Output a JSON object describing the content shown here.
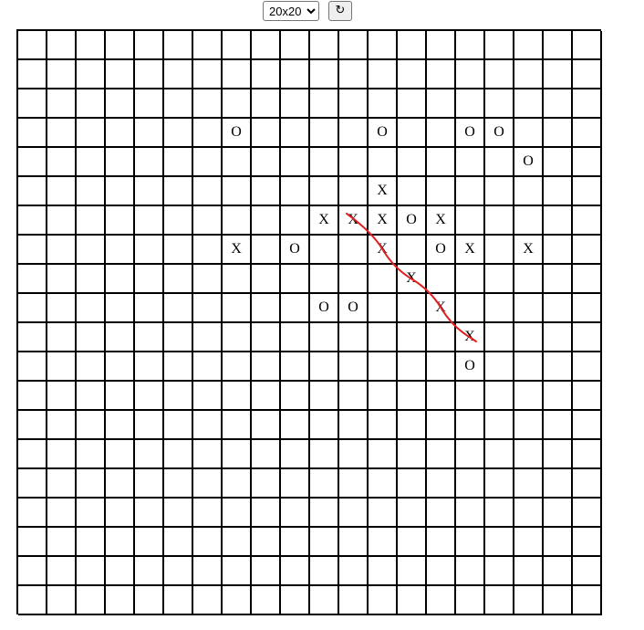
{
  "controls": {
    "size_options": [
      "20x20"
    ],
    "size_selected": "20x20",
    "restart_icon": "↻"
  },
  "board": {
    "rows": 20,
    "cols": 20,
    "pieces": [
      {
        "row": 3,
        "col": 7,
        "mark": "O"
      },
      {
        "row": 3,
        "col": 12,
        "mark": "O"
      },
      {
        "row": 3,
        "col": 15,
        "mark": "O"
      },
      {
        "row": 3,
        "col": 16,
        "mark": "O"
      },
      {
        "row": 4,
        "col": 17,
        "mark": "O"
      },
      {
        "row": 5,
        "col": 12,
        "mark": "X"
      },
      {
        "row": 6,
        "col": 10,
        "mark": "X"
      },
      {
        "row": 6,
        "col": 11,
        "mark": "X"
      },
      {
        "row": 6,
        "col": 12,
        "mark": "X"
      },
      {
        "row": 6,
        "col": 13,
        "mark": "O"
      },
      {
        "row": 6,
        "col": 14,
        "mark": "X"
      },
      {
        "row": 7,
        "col": 7,
        "mark": "X"
      },
      {
        "row": 7,
        "col": 9,
        "mark": "O"
      },
      {
        "row": 7,
        "col": 12,
        "mark": "X"
      },
      {
        "row": 7,
        "col": 14,
        "mark": "O"
      },
      {
        "row": 7,
        "col": 15,
        "mark": "X"
      },
      {
        "row": 7,
        "col": 17,
        "mark": "X"
      },
      {
        "row": 8,
        "col": 13,
        "mark": "X"
      },
      {
        "row": 9,
        "col": 10,
        "mark": "O"
      },
      {
        "row": 9,
        "col": 11,
        "mark": "O"
      },
      {
        "row": 9,
        "col": 14,
        "mark": "X"
      },
      {
        "row": 10,
        "col": 15,
        "mark": "X"
      },
      {
        "row": 11,
        "col": 15,
        "mark": "O"
      }
    ],
    "winning_line": {
      "color": "#e02020",
      "cells": [
        [
          6,
          11
        ],
        [
          7,
          12
        ],
        [
          8,
          13
        ],
        [
          9,
          14
        ],
        [
          10,
          15
        ]
      ]
    }
  }
}
